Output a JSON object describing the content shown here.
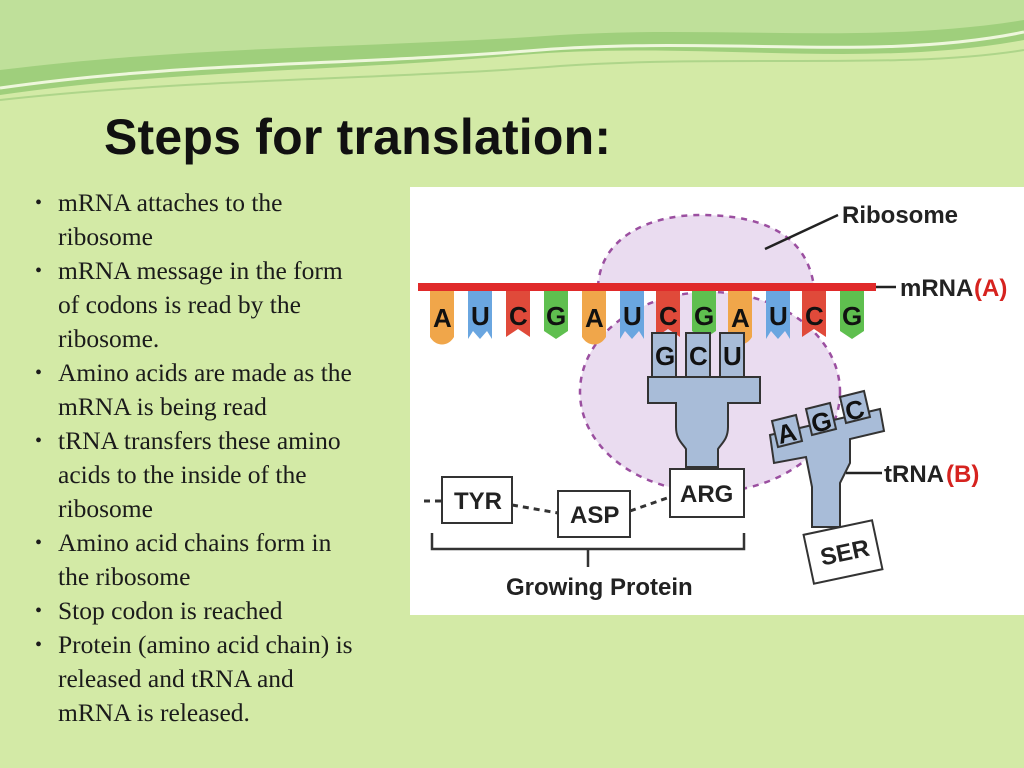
{
  "colors": {
    "background": "#d3eaa6",
    "wave_dark": "#8fc46f",
    "wave_light": "#bfe09a",
    "mrna_strand": "#e02a2a",
    "ribosome_fill": "#eadcf0",
    "trna_fill": "#a8bcd8",
    "nuc_orange": "#f0a64a",
    "nuc_blue": "#6aa6e0",
    "nuc_red": "#e04a3a",
    "nuc_green": "#5fbf4f"
  },
  "slide": {
    "title": "Steps for translation:",
    "bullets": [
      {
        "line1": "mRNA attaches to the",
        "line2": "ribosome"
      },
      {
        "line1": "mRNA message in the form",
        "line2": "of codons is read by the",
        "line3": "ribosome."
      },
      {
        "line1": "Amino acids are made as the",
        "line2": "mRNA is being read"
      },
      {
        "line1": "tRNA transfers these amino",
        "line2": "acids to the inside of the",
        "line3": "ribosome"
      },
      {
        "line1": "Amino acid chains form in",
        "line2": "the ribosome"
      },
      {
        "line1": "Stop codon is reached"
      },
      {
        "line1": "Protein (amino acid chain) is",
        "line2": "released and tRNA and",
        "line3": "mRNA is released."
      }
    ]
  },
  "diagram": {
    "ribosome_label": "Ribosome",
    "mrna_label": "mRNA",
    "mrna_tag": "(A)",
    "trna_label": "tRNA",
    "trna_tag": "(B)",
    "mrna_sequence": [
      "A",
      "U",
      "C",
      "G",
      "A",
      "U",
      "C",
      "G",
      "A",
      "U",
      "C",
      "G"
    ],
    "anticodon_bound": [
      "G",
      "C",
      "U"
    ],
    "anticodon_free": [
      "A",
      "G",
      "C"
    ],
    "amino_acids": {
      "tyr": "TYR",
      "asp": "ASP",
      "arg": "ARG",
      "ser": "SER"
    },
    "growing_protein_label": "Growing Protein"
  }
}
